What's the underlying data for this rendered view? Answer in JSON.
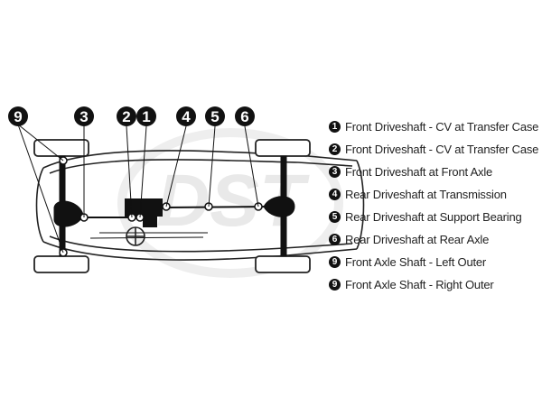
{
  "watermark": {
    "text": "DST",
    "color": "#e9e9e9"
  },
  "callouts": [
    {
      "key": "c9",
      "number": "9"
    },
    {
      "key": "c3",
      "number": "3"
    },
    {
      "key": "c2",
      "number": "2"
    },
    {
      "key": "c1",
      "number": "1"
    },
    {
      "key": "c4",
      "number": "4"
    },
    {
      "key": "c5",
      "number": "5"
    },
    {
      "key": "c6",
      "number": "6"
    }
  ],
  "legend": [
    {
      "number": "1",
      "label": "Front Driveshaft - CV at Transfer Case"
    },
    {
      "number": "2",
      "label": "Front Driveshaft - CV at Transfer Case"
    },
    {
      "number": "3",
      "label": "Front Driveshaft at Front Axle"
    },
    {
      "number": "4",
      "label": "Rear Driveshaft at Transmission"
    },
    {
      "number": "5",
      "label": "Rear Driveshaft at Support Bearing"
    },
    {
      "number": "6",
      "label": "Rear Driveshaft at Rear Axle"
    },
    {
      "number": "9",
      "label": "Front Axle Shaft - Left Outer"
    },
    {
      "number": "9",
      "label": "Front Axle Shaft - Right Outer"
    }
  ],
  "colors": {
    "line": "#111111",
    "callout_fill": "#111111",
    "text": "#222222"
  }
}
